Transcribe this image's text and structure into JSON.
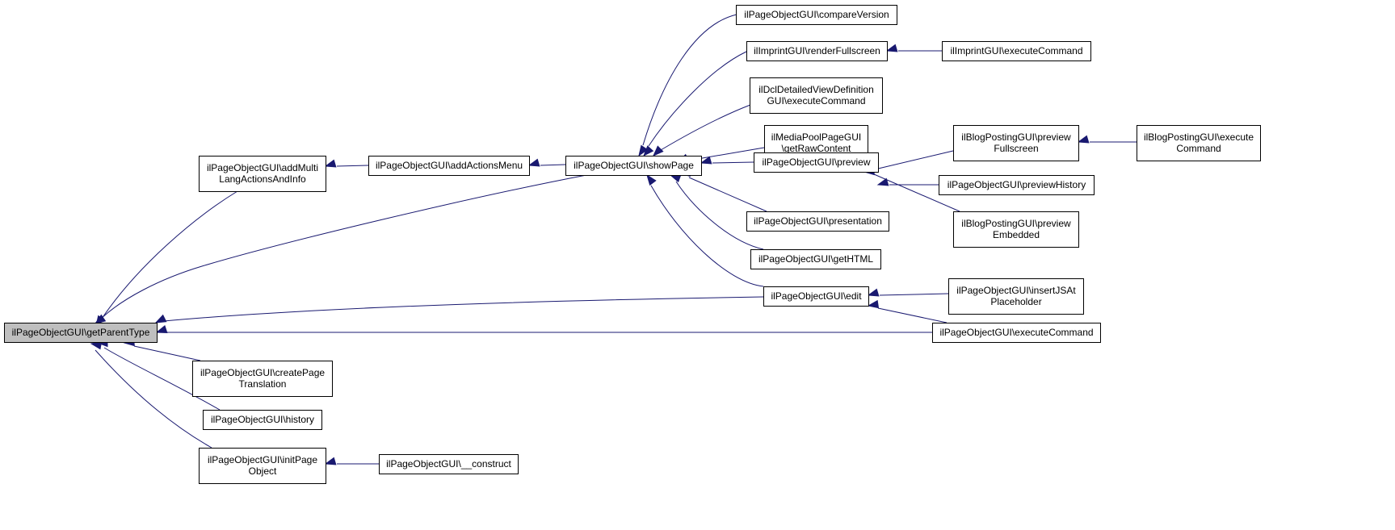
{
  "graph": {
    "colors": {
      "edge": "#191970",
      "focus_fill": "#bfbfbf",
      "node_fill": "#ffffff",
      "node_border": "#000000"
    },
    "nodes": [
      {
        "id": "getParentType",
        "lines": [
          "ilPageObjectGUI\\getParentType"
        ],
        "focus": true
      },
      {
        "id": "addMultiLang",
        "lines": [
          "ilPageObjectGUI\\addMulti",
          "LangActionsAndInfo"
        ]
      },
      {
        "id": "addActionsMenu",
        "lines": [
          "ilPageObjectGUI\\addActionsMenu"
        ]
      },
      {
        "id": "showPage",
        "lines": [
          "ilPageObjectGUI\\showPage"
        ]
      },
      {
        "id": "compareVersion",
        "lines": [
          "ilPageObjectGUI\\compareVersion"
        ]
      },
      {
        "id": "imprintRender",
        "lines": [
          "ilImprintGUI\\renderFullscreen"
        ]
      },
      {
        "id": "imprintExec",
        "lines": [
          "ilImprintGUI\\executeCommand"
        ]
      },
      {
        "id": "dclExec",
        "lines": [
          "ilDclDetailedViewDefinition",
          "GUI\\executeCommand"
        ]
      },
      {
        "id": "mediaPool",
        "lines": [
          "ilMediaPoolPageGUI",
          "\\getRawContent"
        ]
      },
      {
        "id": "preview",
        "lines": [
          "ilPageObjectGUI\\preview"
        ]
      },
      {
        "id": "blogPrevFull",
        "lines": [
          "ilBlogPostingGUI\\preview",
          "Fullscreen"
        ]
      },
      {
        "id": "blogExec",
        "lines": [
          "ilBlogPostingGUI\\execute",
          "Command"
        ]
      },
      {
        "id": "prevHistory",
        "lines": [
          "ilPageObjectGUI\\previewHistory"
        ]
      },
      {
        "id": "blogPrevEmb",
        "lines": [
          "ilBlogPostingGUI\\preview",
          "Embedded"
        ]
      },
      {
        "id": "presentation",
        "lines": [
          "ilPageObjectGUI\\presentation"
        ]
      },
      {
        "id": "getHTML",
        "lines": [
          "ilPageObjectGUI\\getHTML"
        ]
      },
      {
        "id": "edit",
        "lines": [
          "ilPageObjectGUI\\edit"
        ]
      },
      {
        "id": "insertJS",
        "lines": [
          "ilPageObjectGUI\\insertJSAt",
          "Placeholder"
        ]
      },
      {
        "id": "pageExec",
        "lines": [
          "ilPageObjectGUI\\executeCommand"
        ]
      },
      {
        "id": "createTrans",
        "lines": [
          "ilPageObjectGUI\\createPage",
          "Translation"
        ]
      },
      {
        "id": "history",
        "lines": [
          "ilPageObjectGUI\\history"
        ]
      },
      {
        "id": "initPage",
        "lines": [
          "ilPageObjectGUI\\initPage",
          "Object"
        ]
      },
      {
        "id": "construct",
        "lines": [
          "ilPageObjectGUI\\__construct"
        ]
      }
    ],
    "edges": [
      {
        "from": "addMultiLang",
        "to": "getParentType"
      },
      {
        "from": "showPage",
        "to": "getParentType"
      },
      {
        "from": "edit",
        "to": "getParentType"
      },
      {
        "from": "pageExec",
        "to": "getParentType"
      },
      {
        "from": "createTrans",
        "to": "getParentType"
      },
      {
        "from": "history",
        "to": "getParentType"
      },
      {
        "from": "initPage",
        "to": "getParentType"
      },
      {
        "from": "addActionsMenu",
        "to": "addMultiLang"
      },
      {
        "from": "showPage",
        "to": "addActionsMenu"
      },
      {
        "from": "compareVersion",
        "to": "showPage"
      },
      {
        "from": "imprintRender",
        "to": "showPage"
      },
      {
        "from": "dclExec",
        "to": "showPage"
      },
      {
        "from": "mediaPool",
        "to": "showPage"
      },
      {
        "from": "preview",
        "to": "showPage"
      },
      {
        "from": "presentation",
        "to": "showPage"
      },
      {
        "from": "getHTML",
        "to": "showPage"
      },
      {
        "from": "edit",
        "to": "showPage"
      },
      {
        "from": "imprintExec",
        "to": "imprintRender"
      },
      {
        "from": "blogPrevFull",
        "to": "preview"
      },
      {
        "from": "prevHistory",
        "to": "preview"
      },
      {
        "from": "blogPrevEmb",
        "to": "preview"
      },
      {
        "from": "blogExec",
        "to": "blogPrevFull"
      },
      {
        "from": "insertJS",
        "to": "edit"
      },
      {
        "from": "pageExec",
        "to": "edit"
      },
      {
        "from": "construct",
        "to": "initPage"
      }
    ]
  }
}
